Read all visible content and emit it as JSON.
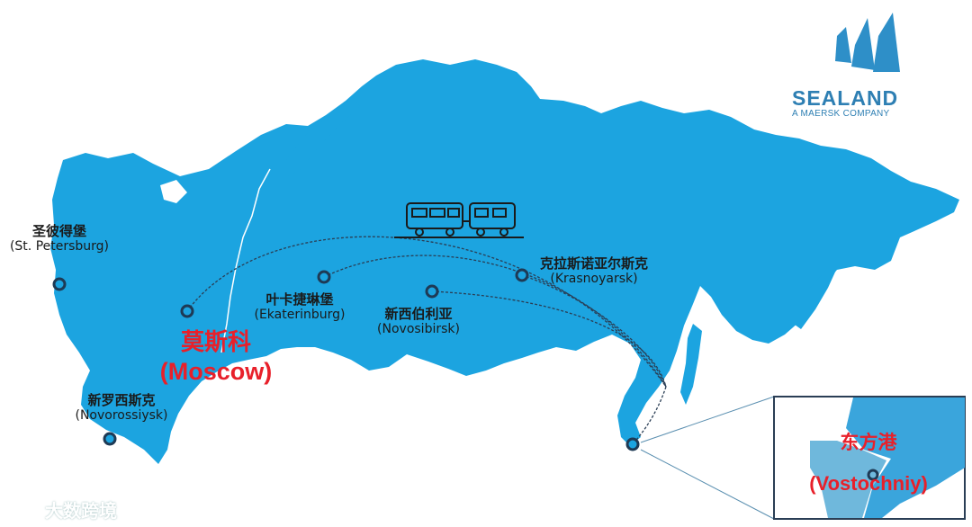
{
  "map": {
    "land_color": "#1ca4e0",
    "route_color": "#2a3e55",
    "marker_color": "#1e3a55",
    "highlight_color": "#e8202a",
    "inset_water_color": "#3aa5dc",
    "inset_land_color": "#6fb8dc"
  },
  "cities": [
    {
      "id": "st-petersburg",
      "name_zh": "圣彼得堡",
      "name_en": "(St. Petersburg)"
    },
    {
      "id": "moscow",
      "name_zh": "莫斯科",
      "name_en": "(Moscow)"
    },
    {
      "id": "novorossiysk",
      "name_zh": "新罗西斯克",
      "name_en": "(Novorossiysk)"
    },
    {
      "id": "ekaterinburg",
      "name_zh": "叶卡捷琳堡",
      "name_en": "(Ekaterinburg)"
    },
    {
      "id": "novosibirsk",
      "name_zh": "新西伯利亚",
      "name_en": "(Novosibirsk)"
    },
    {
      "id": "krasnoyarsk",
      "name_zh": "克拉斯诺亚尔斯克",
      "name_en": "(Krasnoyarsk)"
    }
  ],
  "inset": {
    "name_zh": "东方港",
    "name_en": "(Vostochniy)"
  },
  "logo": {
    "brand": "SEALAND",
    "tagline": "A MAERSK COMPANY"
  },
  "watermark": "大数跨境",
  "icons": {
    "train": "train-icon",
    "logo": "sealand-sails-icon",
    "watermark": "watermark-logo-icon"
  }
}
